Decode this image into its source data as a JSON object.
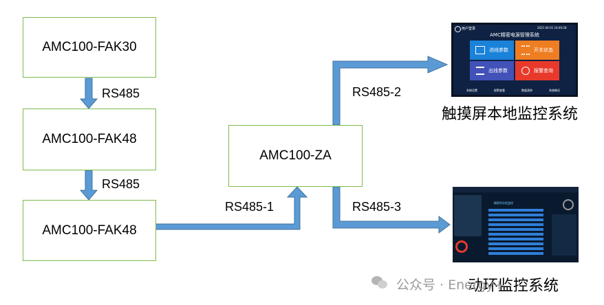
{
  "nodes": {
    "fak30": "AMC100-FAK30",
    "fak48_a": "AMC100-FAK48",
    "fak48_b": "AMC100-FAK48",
    "za": "AMC100-ZA"
  },
  "links": {
    "fak30_to_fak48": "RS485",
    "fak48_to_fak48": "RS485",
    "to_za": "RS485-1",
    "za_to_touch": "RS485-2",
    "za_to_env": "RS485-3"
  },
  "touch_screen": {
    "caption": "触摸屏本地监控系统",
    "header_left": "用户登录",
    "header_right": "2021-04-01 16:49:28",
    "title": "AMC精密电源管理系统",
    "tiles": [
      "进线参数",
      "开关状态",
      "出线参数",
      "报警查询"
    ],
    "footer": [
      "系统设置",
      "报警查看",
      "数据清除",
      "系统概况"
    ]
  },
  "env_system": {
    "caption": "动环监控系统",
    "title": "精密列头柜监控"
  },
  "watermark": "公众号 · Energy+",
  "colors": {
    "box_border": "#7dbb4c",
    "arrow": "#5b9bd5",
    "arrow_edge": "#41719c"
  }
}
